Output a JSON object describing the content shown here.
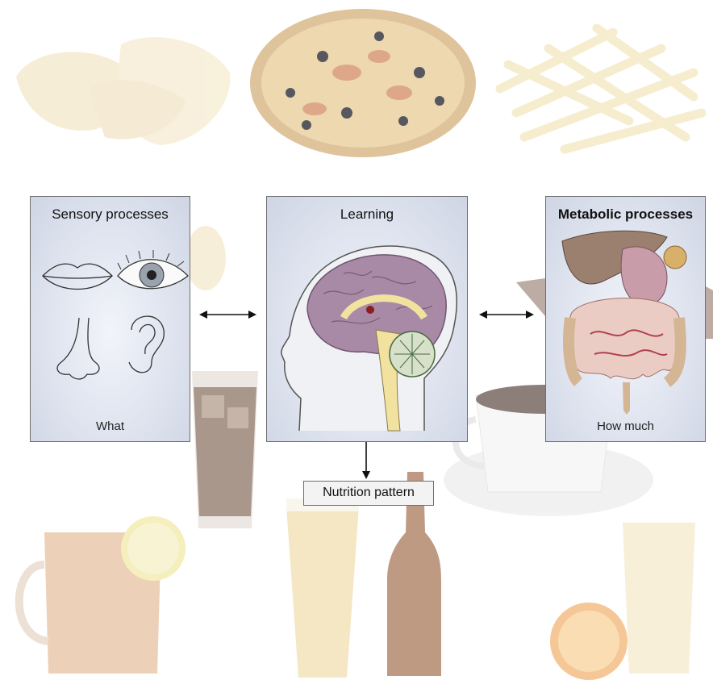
{
  "panels": {
    "sensory": {
      "title": "Sensory processes",
      "footer": "What"
    },
    "learning": {
      "title": "Learning"
    },
    "metabolic": {
      "title": "Metabolic processes",
      "footer": "How much"
    }
  },
  "outcome": {
    "label": "Nutrition pattern"
  },
  "background_foods": [
    "potato-chips",
    "pizza",
    "french-fries",
    "chocolate",
    "cola-glass",
    "coffee-cup",
    "tea-mug",
    "lemon-slice",
    "beer-glass",
    "beer-bottle",
    "orange-half",
    "juice-glass"
  ],
  "colors": {
    "panel_border": "#6f6f6f",
    "panel_fill": "#dde2ee",
    "brain": "#a98aa6",
    "liver": "#9b7f6f"
  }
}
